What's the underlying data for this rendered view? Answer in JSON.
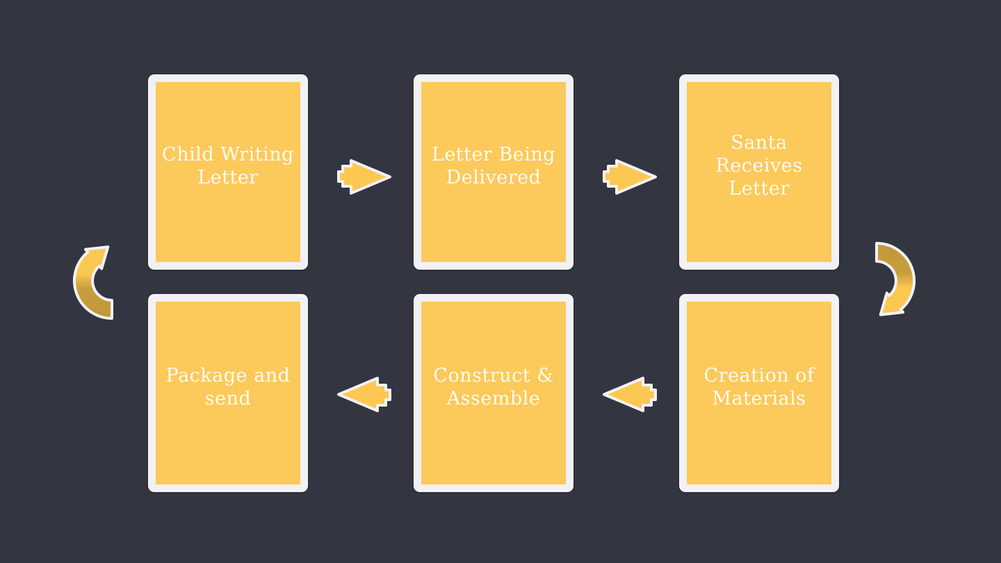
{
  "colors": {
    "background": "#333541",
    "box_fill": "#FCC95B",
    "box_frame": "#F2F1F6",
    "box_text": "#FFFCF2",
    "arrow_fill": "#FCC851",
    "arrow_outline": "#F2F1F6",
    "arrow_gold_dark": "#C1983A"
  },
  "diagram": {
    "boxes": [
      {
        "id": "child-writing-letter",
        "label": "Child Writing\nLetter"
      },
      {
        "id": "letter-being-delivered",
        "label": "Letter Being\nDelivered"
      },
      {
        "id": "santa-receives-letter",
        "label": "Santa\nReceives\nLetter"
      },
      {
        "id": "creation-of-materials",
        "label": "Creation of\nMaterials"
      },
      {
        "id": "construct-assemble",
        "label": "Construct &\nAssemble"
      },
      {
        "id": "package-and-send",
        "label": "Package and\nsend"
      }
    ],
    "arrows": [
      {
        "id": "arrow-top-1",
        "icon": "right-arrow-icon",
        "from": "child-writing-letter",
        "to": "letter-being-delivered"
      },
      {
        "id": "arrow-top-2",
        "icon": "right-arrow-icon",
        "from": "letter-being-delivered",
        "to": "santa-receives-letter"
      },
      {
        "id": "curved-arrow-right",
        "icon": "curved-down-arrow-icon",
        "from": "santa-receives-letter",
        "to": "creation-of-materials"
      },
      {
        "id": "arrow-bottom-1",
        "icon": "left-arrow-icon",
        "from": "creation-of-materials",
        "to": "construct-assemble"
      },
      {
        "id": "arrow-bottom-2",
        "icon": "left-arrow-icon",
        "from": "construct-assemble",
        "to": "package-and-send"
      },
      {
        "id": "curved-arrow-left",
        "icon": "curved-up-arrow-icon",
        "from": "package-and-send",
        "to": "child-writing-letter"
      }
    ]
  }
}
